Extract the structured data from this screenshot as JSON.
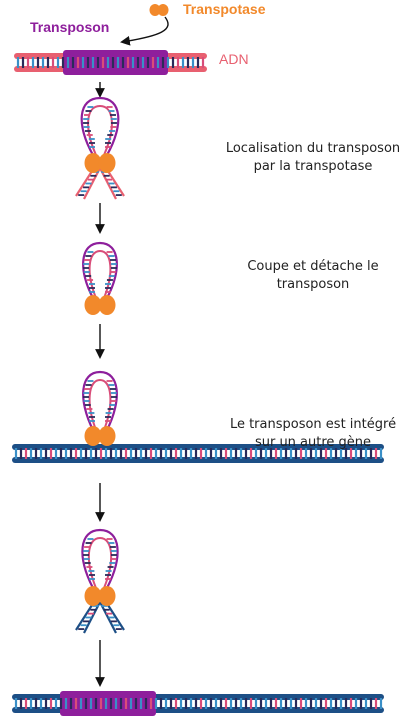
{
  "labels": {
    "transposon": "Transposon",
    "transposase": "Transpotase",
    "dna": "ADN"
  },
  "steps": [
    {
      "line1": "Localisation du transposon",
      "line2": "par la transpotase"
    },
    {
      "line1": "Coupe et détache le",
      "line2": "transposon"
    },
    {
      "line1": "Le transposon est intégré",
      "line2": "sur un autre gène"
    }
  ],
  "colors": {
    "transposon": "#8e1f9c",
    "transposase": "#f2892b",
    "dna_donor": "#e86070",
    "dna_target": "#1d4f86",
    "base_blue": "#3a8fc7",
    "base_dark": "#2a2a5a",
    "base_pink": "#d94d79",
    "arrow": "#111111"
  }
}
